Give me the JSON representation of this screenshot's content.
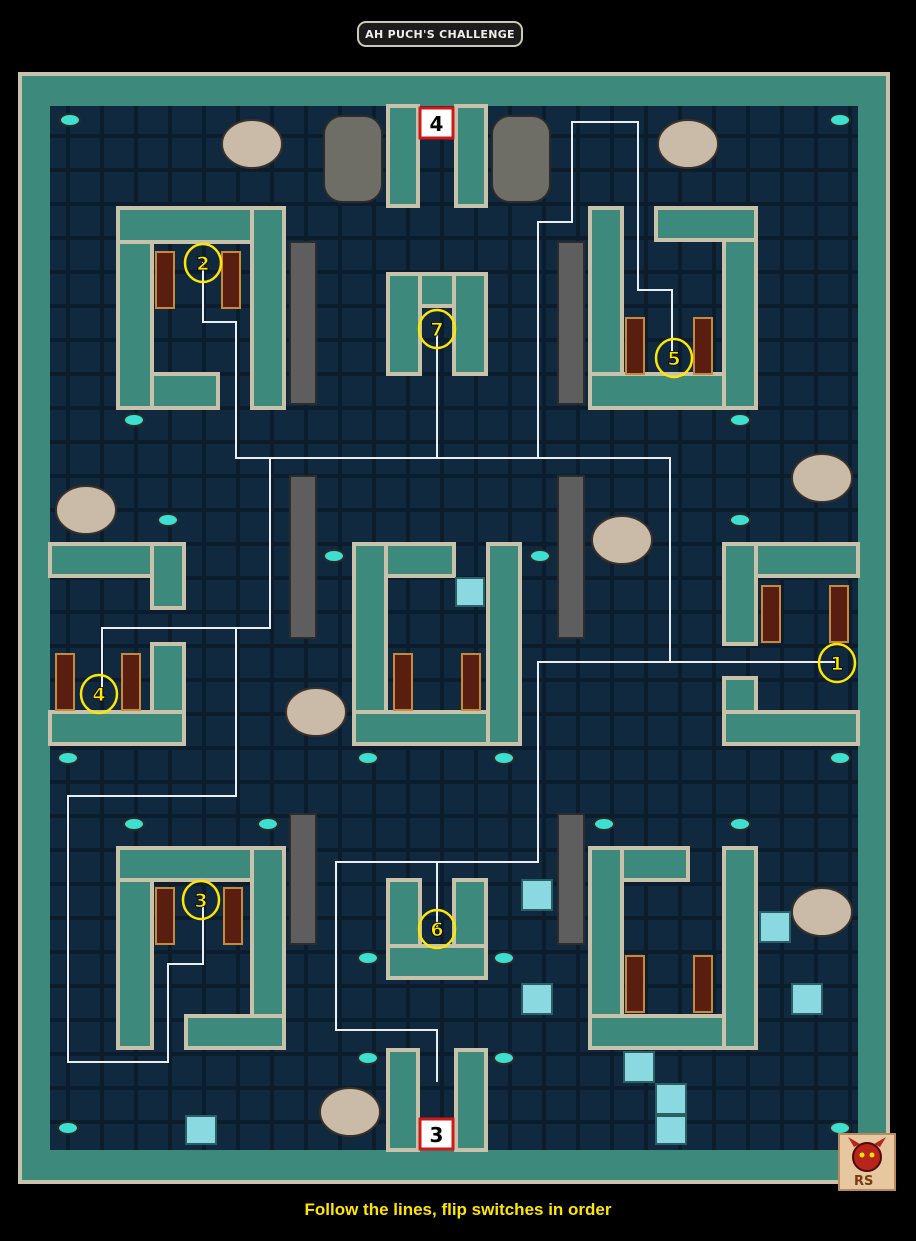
{
  "title": "AH PUCH'S CHALLENGE",
  "footer_text": "Follow the lines, flip switches in order",
  "entrances": [
    {
      "label": "4",
      "position": "top-center"
    },
    {
      "label": "3",
      "position": "bottom-center"
    }
  ],
  "switches": [
    {
      "label": "1",
      "room": "east"
    },
    {
      "label": "2",
      "room": "north-west"
    },
    {
      "label": "3",
      "room": "south-west"
    },
    {
      "label": "4",
      "room": "west"
    },
    {
      "label": "5",
      "room": "north-east"
    },
    {
      "label": "6",
      "room": "south-center"
    },
    {
      "label": "7",
      "room": "north-center"
    }
  ],
  "logo_initials": "RS",
  "colors": {
    "floor": "#0e2438",
    "wall_teal": "#3d8a7d",
    "wall_trim": "#c9c2aa",
    "switch_ring": "#ffe600",
    "entrance_border": "#d01818",
    "path_line": "#e8eef2",
    "footer_text": "#ffe600"
  }
}
